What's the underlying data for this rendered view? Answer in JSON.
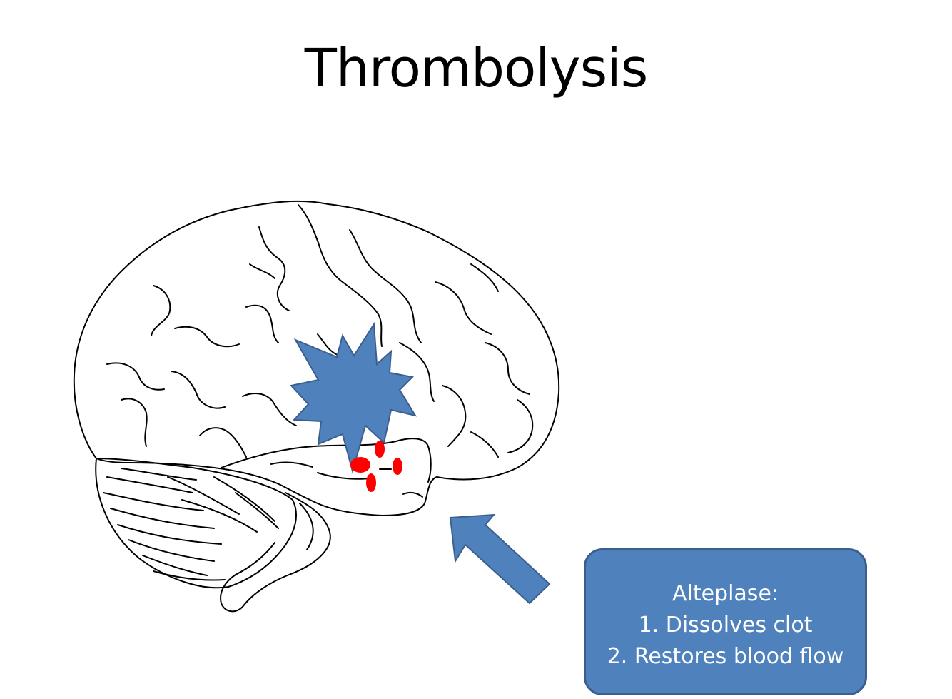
{
  "slide": {
    "title": "Thrombolysis"
  },
  "diagram": {
    "colors": {
      "outline": "#000000",
      "infarct": "#4f81bd",
      "infarct_border": "#3a5f8f",
      "clot": "#ff0000",
      "arrow": "#4f81bd",
      "callout_fill": "#4f81bd",
      "callout_text": "#ffffff"
    }
  },
  "callout": {
    "heading": "Alteplase:",
    "items": [
      "1. Dissolves clot",
      "2. Restores blood flow"
    ]
  }
}
